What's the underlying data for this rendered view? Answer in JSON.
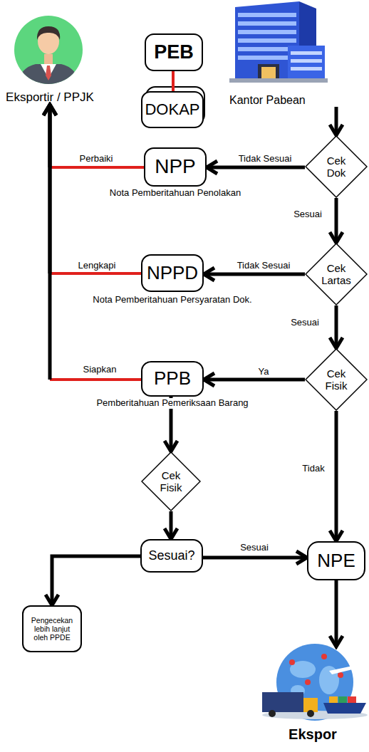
{
  "diagram": {
    "nodes": [
      {
        "text": [
          "Eksportir / PPJK"
        ]
      },
      {
        "text": [
          "PEB"
        ]
      },
      {
        "text": [
          "DOKAP"
        ]
      },
      {
        "text": [
          "Kantor Pabean"
        ]
      },
      {
        "text": [
          "Cek Dok"
        ]
      },
      {
        "text": [
          "NPP",
          "Nota Pemberitahuan Penolakan"
        ]
      },
      {
        "text": [
          "Cek Lartas"
        ]
      },
      {
        "text": [
          "NPPD",
          "Nota Pemberitahuan Persyaratan Dok."
        ]
      },
      {
        "text": [
          "Cek Fisik"
        ]
      },
      {
        "text": [
          "PPB",
          "Pemberitahuan Pemeriksaan Barang"
        ]
      },
      {
        "text": [
          "Cek Fisik"
        ]
      },
      {
        "text": [
          "Sesuai?"
        ]
      },
      {
        "text": [
          "NPE"
        ]
      },
      {
        "text": [
          "Pengecekan lebih lanjut oleh PPDE"
        ]
      },
      {
        "text": [
          "Ekspor"
        ]
      }
    ],
    "edges": [
      {
        "from": 1,
        "to": 2,
        "arrow": "none"
      },
      {
        "from": 3,
        "to": 4,
        "arrow": "to"
      },
      {
        "from": 4,
        "to": 5,
        "label": "Tidak Sesuai",
        "arrow": "to"
      },
      {
        "from": 5,
        "to": 0,
        "label": "Perbaiki",
        "arrow": "to"
      },
      {
        "from": 4,
        "to": 6,
        "label": "Sesuai",
        "arrow": "to"
      },
      {
        "from": 6,
        "to": 7,
        "label": "Tidak Sesuai",
        "arrow": "to"
      },
      {
        "from": 7,
        "to": 0,
        "label": "Lengkapi",
        "arrow": "to"
      },
      {
        "from": 6,
        "to": 8,
        "label": "Sesuai",
        "arrow": "to"
      },
      {
        "from": 8,
        "to": 9,
        "label": "Ya",
        "arrow": "to"
      },
      {
        "from": 9,
        "to": 0,
        "label": "Siapkan",
        "arrow": "to"
      },
      {
        "from": 8,
        "to": 12,
        "label": "Tidak",
        "arrow": "to"
      },
      {
        "from": 9,
        "to": 10,
        "arrow": "to"
      },
      {
        "from": 10,
        "to": 11,
        "arrow": "to"
      },
      {
        "from": 11,
        "to": 12,
        "label": "Sesuai",
        "arrow": "to"
      },
      {
        "from": 11,
        "to": 13,
        "arrow": "to"
      },
      {
        "from": 12,
        "to": 14,
        "arrow": "to"
      }
    ]
  }
}
